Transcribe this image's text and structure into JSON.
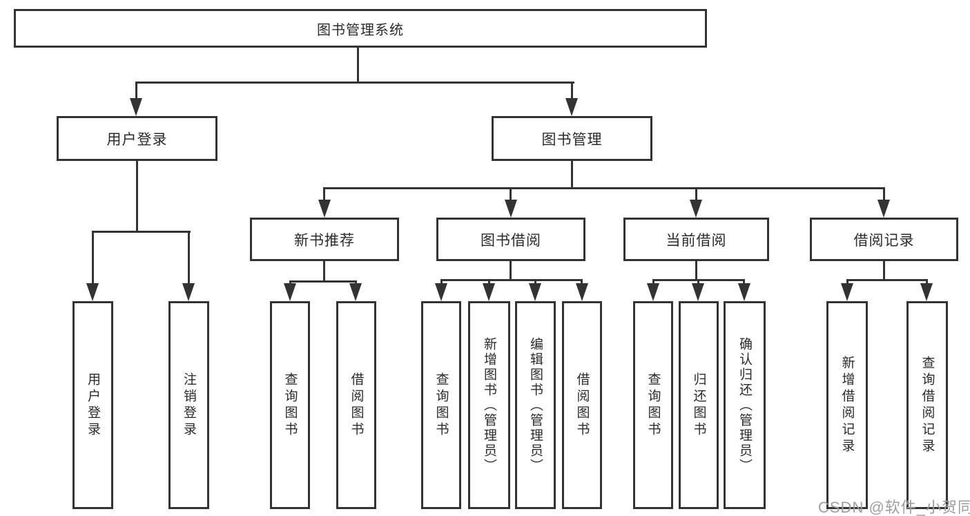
{
  "diagram": {
    "root": {
      "label": "图书管理系统"
    },
    "branches": [
      {
        "label": "用户登录",
        "children": [
          {
            "label": "用户登录"
          },
          {
            "label": "注销登录"
          }
        ]
      },
      {
        "label": "图书管理",
        "children": [
          {
            "label": "新书推荐",
            "children": [
              {
                "label": "查询图书"
              },
              {
                "label": "借阅图书"
              }
            ]
          },
          {
            "label": "图书借阅",
            "children": [
              {
                "label": "查询图书"
              },
              {
                "label": "新增图书（管理员）"
              },
              {
                "label": "编辑图书（管理员）"
              },
              {
                "label": "借阅图书"
              }
            ]
          },
          {
            "label": "当前借阅",
            "children": [
              {
                "label": "查询图书"
              },
              {
                "label": "归还图书"
              },
              {
                "label": "确认归还（管理员）"
              }
            ]
          },
          {
            "label": "借阅记录",
            "children": [
              {
                "label": "新增借阅记录"
              },
              {
                "label": "查询借阅记录"
              }
            ]
          }
        ]
      }
    ]
  },
  "watermark": {
    "text": "CSDN @软件_小贺同学"
  },
  "colors": {
    "line": "#333333",
    "text": "#2b2b2b",
    "watermark": "#9e9e9e",
    "background": "#ffffff"
  }
}
